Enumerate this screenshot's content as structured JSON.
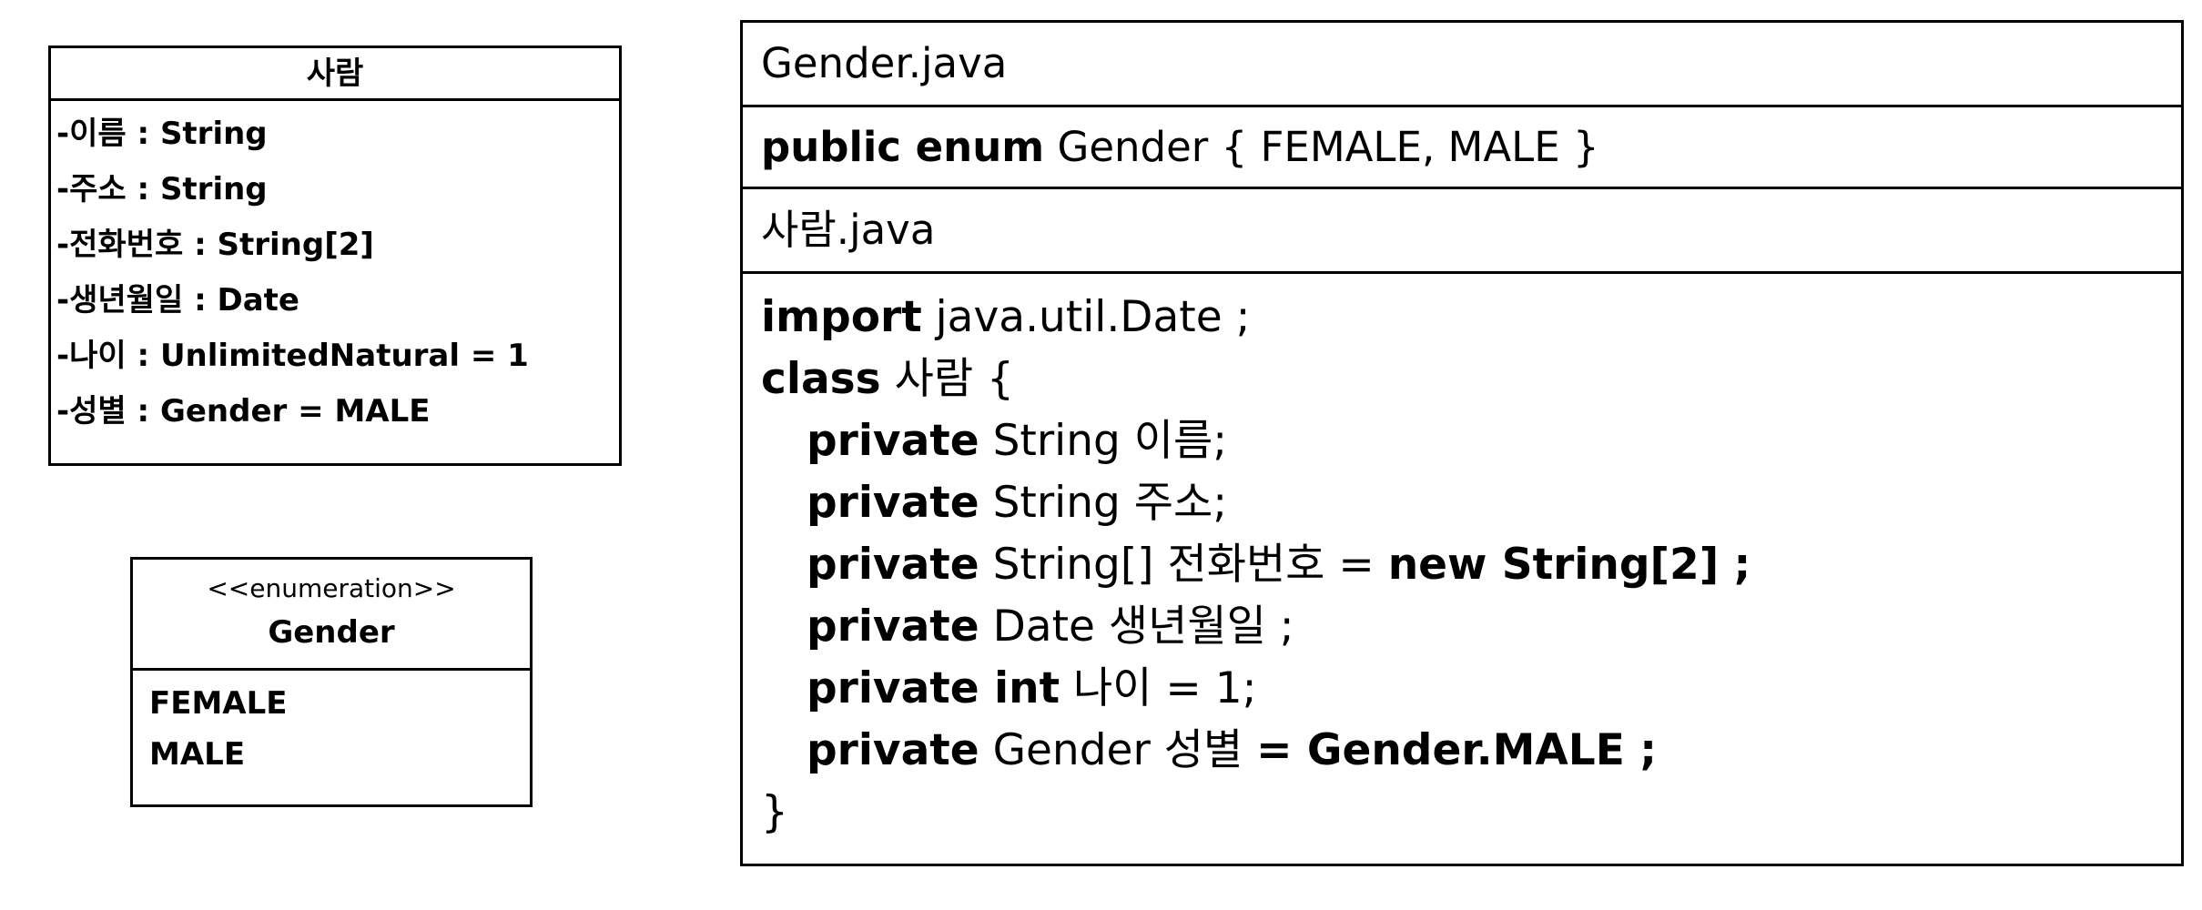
{
  "person_class": {
    "name": "사람",
    "attributes": [
      "-이름 : String",
      "-주소 : String",
      "-전화번호 : String[2]",
      "-생년월일 : Date",
      "-나이 : UnlimitedNatural = 1",
      "-성별 : Gender = MALE"
    ]
  },
  "gender_enum": {
    "stereotype": "<<enumeration>>",
    "name": "Gender",
    "literals": [
      "FEMALE",
      "MALE"
    ]
  },
  "code_table": {
    "file1_name": "Gender.java",
    "file1_code": {
      "kw": "public enum",
      "rest": " Gender { FEMALE, MALE }"
    },
    "file2_name": "사람.java",
    "file2_code": {
      "l1_kw": "import",
      "l1_rest": " java.util.Date ;",
      "l2_kw": "class",
      "l2_rest": " 사람 {",
      "l3_kw": "private",
      "l3_rest": " String 이름;",
      "l4_kw": "private",
      "l4_rest": " String 주소;",
      "l5_kw": "private",
      "l5_mid": " String[] 전화번호 = ",
      "l5_bold": "new String[2] ;",
      "l6_kw": "private",
      "l6_rest": " Date 생년월일 ;",
      "l7_kw": "private int",
      "l7_rest": " 나이 = 1;",
      "l8_kw": "private",
      "l8_mid": " Gender 성별 ",
      "l8_bold": "= Gender.MALE ;",
      "l9": "}"
    }
  }
}
